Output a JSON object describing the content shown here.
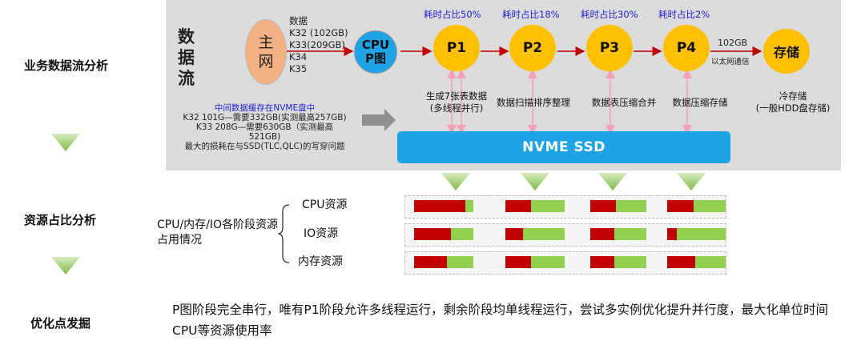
{
  "row_labels": {
    "flow": "业务数据流分析",
    "resource": "资源占比分析",
    "optimize": "优化点发掘"
  },
  "flow": {
    "title": "数据流",
    "source_label": "主网",
    "data_list": [
      "数据",
      "K32 (102GB)",
      "K33(209GB)",
      "K34",
      "K35"
    ],
    "cpu_label": "CPU P图",
    "stages": [
      {
        "name": "P1",
        "time_share": "耗时占比50%",
        "desc": "生成7张表数据\n(多线程并行)"
      },
      {
        "name": "P2",
        "time_share": "耗时占比18%",
        "desc": "数据扫描排序整理"
      },
      {
        "name": "P3",
        "time_share": "耗时占比30%",
        "desc": "数据表压缩合并"
      },
      {
        "name": "P4",
        "time_share": "耗时占比2%",
        "desc": "数据压缩存储"
      }
    ],
    "transfer_top": "102GB",
    "transfer_bottom": "以太网通信",
    "storage_label": "存储",
    "storage_desc": "冷存储\n(一般HDD盘存储)",
    "cache_note": {
      "title": "中间数据缓存在NVME盘中",
      "lines": [
        "K32 101G—需要332GB(实测最高257GB)",
        "K33 208G—需要630GB（实测最高521GB)",
        "最大的损耗在与SSD(TLC,QLC)的写穿问题"
      ]
    },
    "ssd_label": "NVME SSD"
  },
  "resource": {
    "bracket_text": "CPU/内存/IO各阶段资源占用情况",
    "rows": [
      "CPU资源",
      "IO资源",
      "内存资源"
    ],
    "colors": {
      "used": "#c00000",
      "free": "#92d050"
    },
    "usage": [
      [
        0.86,
        0.43,
        0.45,
        0.45
      ],
      [
        0.62,
        0.3,
        0.43,
        0.17
      ],
      [
        0.56,
        0.43,
        0.43,
        0.48
      ]
    ]
  },
  "optimize_text": "P图阶段完全串行，唯有P1阶段允许多线程运行，剩余阶段均单线程运行，尝试多实例优化提升并行度，最大化单位时间CPU等资源使用率"
}
